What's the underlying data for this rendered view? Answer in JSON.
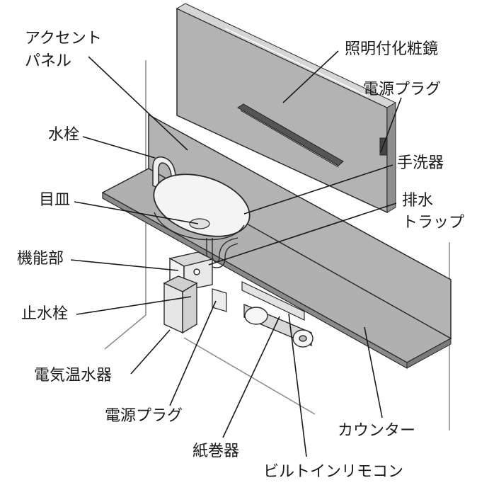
{
  "labels": {
    "accent_panel_1": "アクセント",
    "accent_panel_2": "パネル",
    "mirror": "照明付化粧鏡",
    "power_plug_top": "電源プラグ",
    "faucet": "水栓",
    "hand_basin": "手洗器",
    "plug_dish": "目皿",
    "drain_trap_1": "排水",
    "drain_trap_2": "トラップ",
    "function_unit": "機能部",
    "stop_valve": "止水栓",
    "water_heater": "電気温水器",
    "power_plug_bottom": "電源プラグ",
    "paper_holder": "紙巻器",
    "remote": "ビルトインリモコン",
    "counter": "カウンター"
  },
  "colors": {
    "panel": "#b3b3b3",
    "counter": "#b0b0b0",
    "line": "#2a2a2a",
    "basin": "#f4f4f4"
  }
}
